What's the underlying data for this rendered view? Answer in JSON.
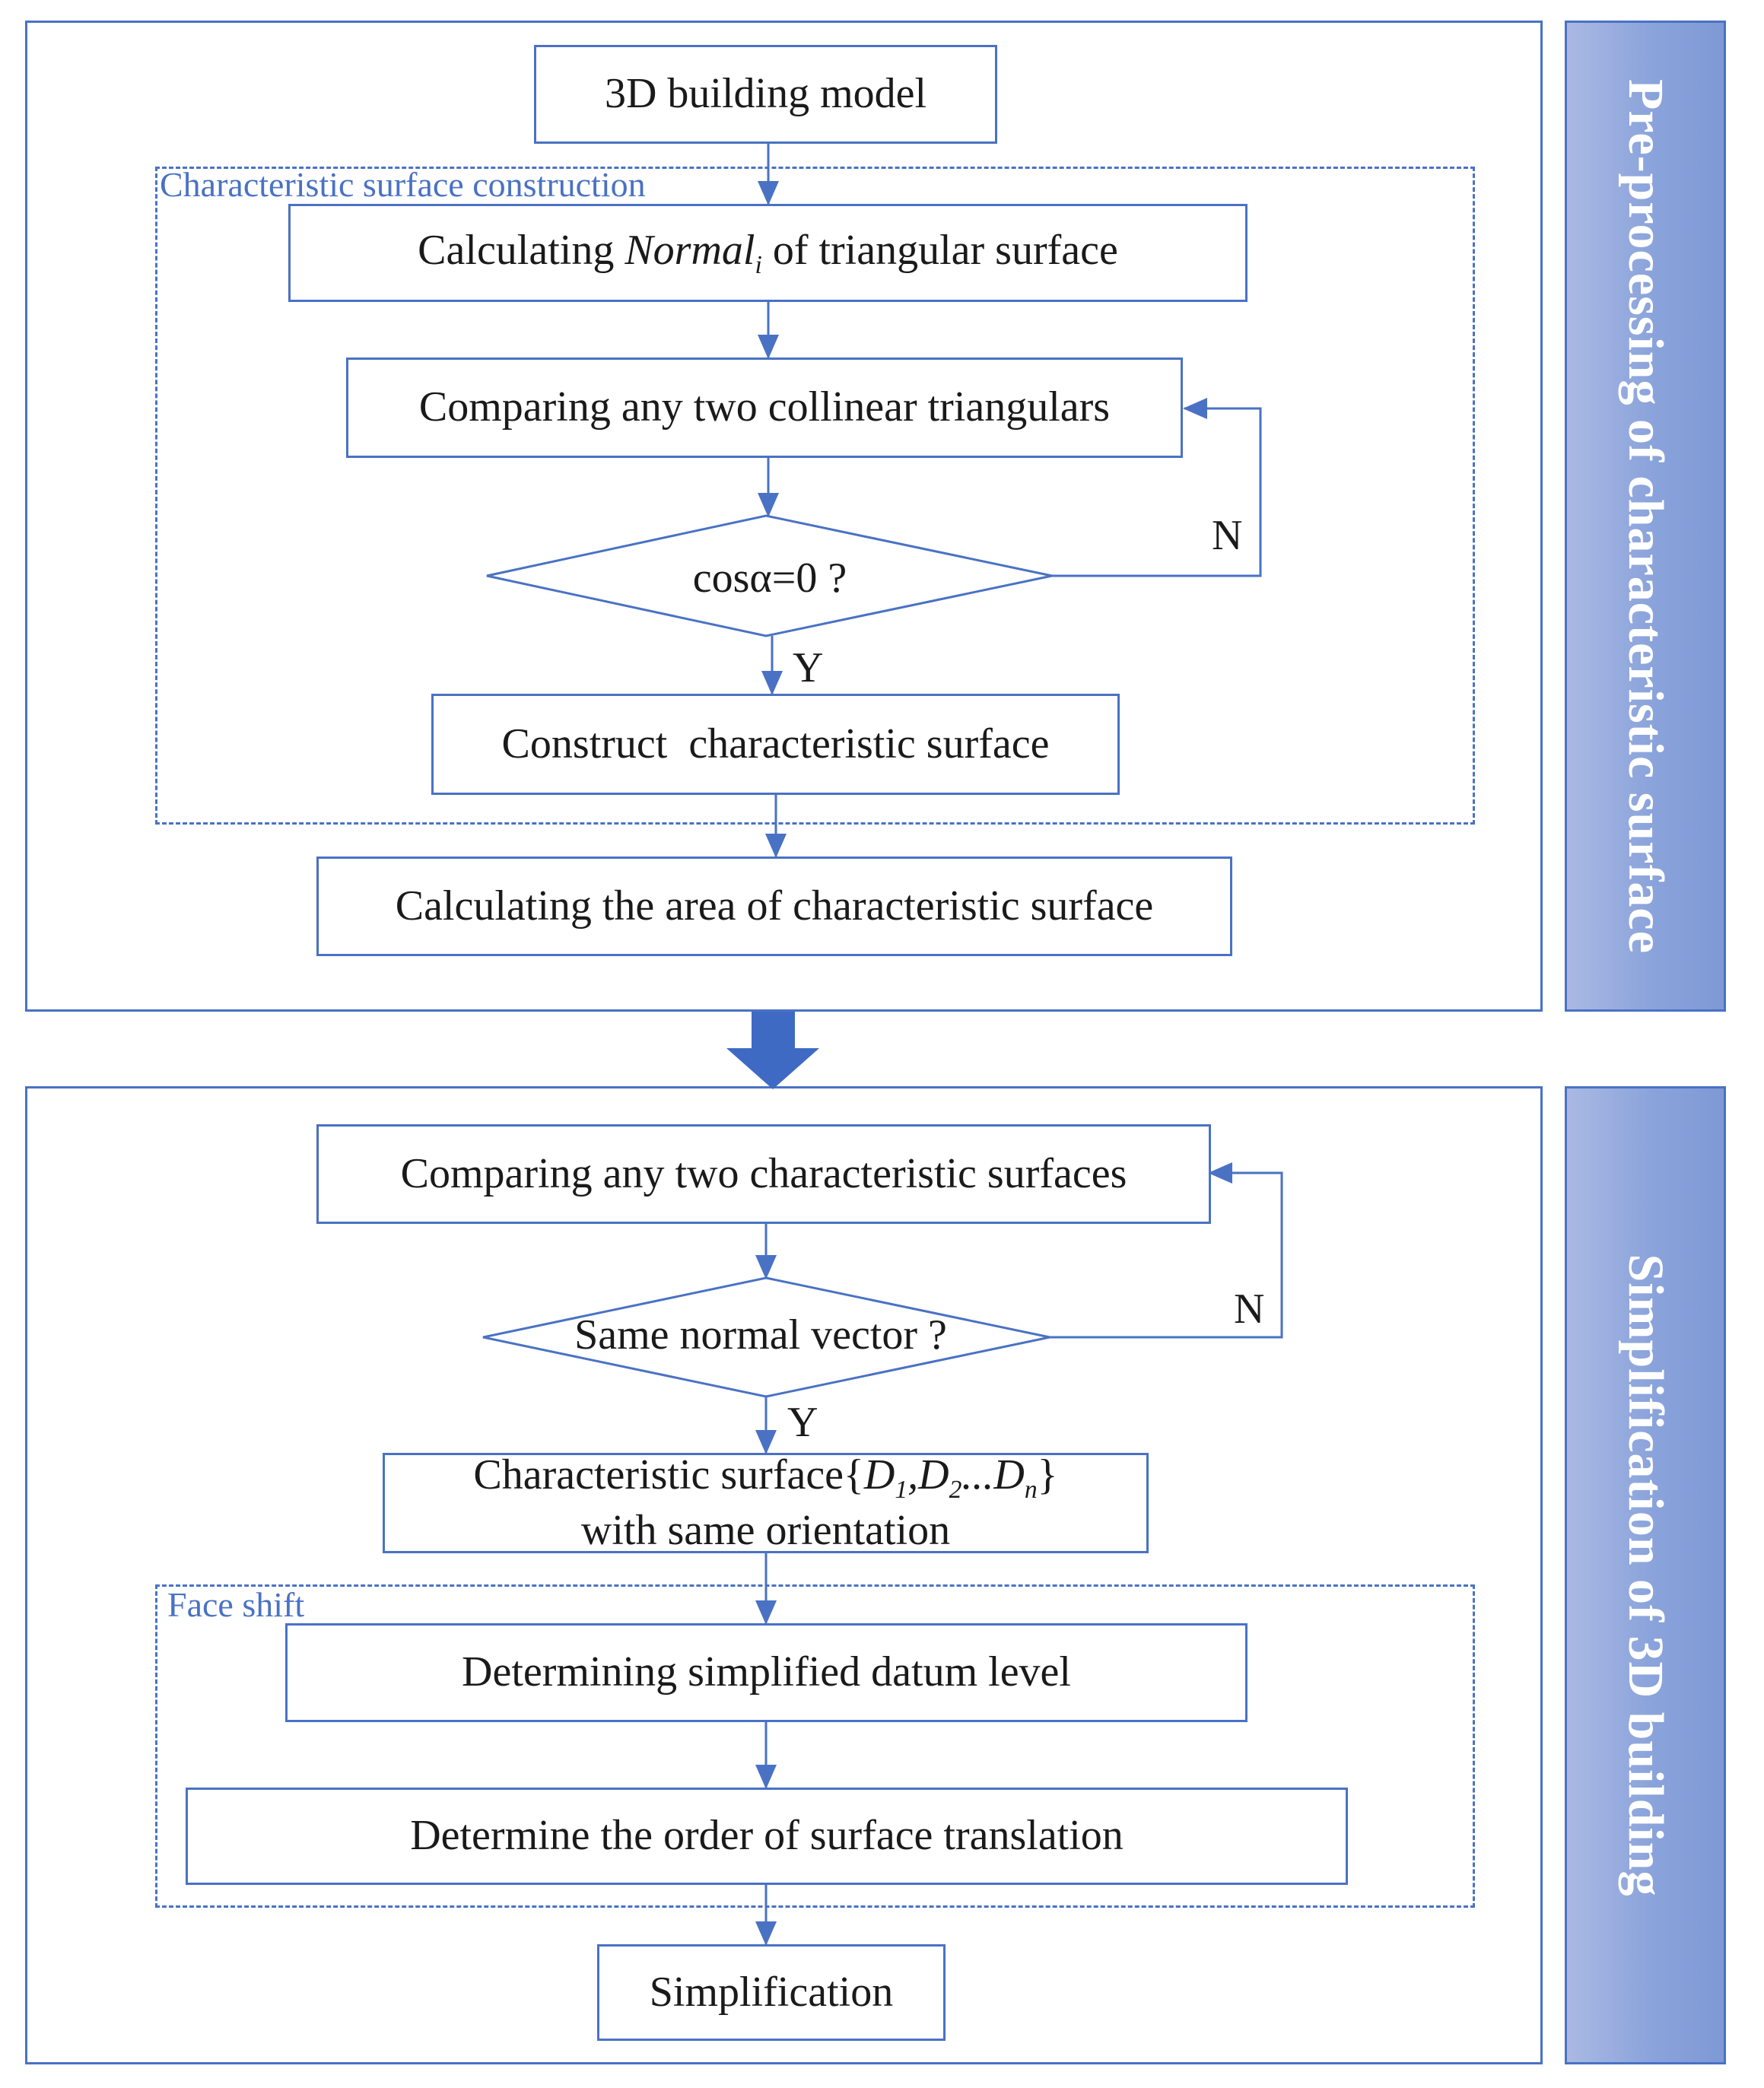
{
  "panels": {
    "top_title": "Pre-processing of characteristic surface",
    "bottom_title": "Simplification of 3D building"
  },
  "groups": {
    "characteristic_surface_construction": "Characteristic surface  construction",
    "face_shift": "Face shift"
  },
  "nodes": {
    "model": "3D building model",
    "normal_pre": "Calculating ",
    "normal_var": "Normal",
    "normal_sub": "i",
    "normal_post": " of triangular surface",
    "compare_triangles": "Comparing any two collinear triangulars",
    "cos_condition": "cosα=0 ?",
    "construct_surface": "Construct  characteristic surface",
    "calc_area": "Calculating the area of characteristic surface",
    "compare_surfaces": "Comparing any two characteristic surfaces",
    "same_normal": "Same normal vector ?",
    "char_surface_set_pre": "Characteristic surface{",
    "char_surface_set_d1": "D",
    "char_surface_set_d1_sub": "1",
    "char_surface_set_d2": ",D",
    "char_surface_set_d2_sub": "2",
    "char_surface_set_dn": "...D",
    "char_surface_set_dn_sub": "n",
    "char_surface_set_post": "}",
    "same_orientation": "with same orientation",
    "datum_level": "Determining simplified datum level",
    "translation_order": "Determine the order of surface translation",
    "simplification": "Simplification"
  },
  "decisions": {
    "yes": "Y",
    "no": "N"
  },
  "colors": {
    "line": "#4a72c4",
    "big_arrow": "#3f6ac4",
    "sidebar": "#8aa3db"
  }
}
